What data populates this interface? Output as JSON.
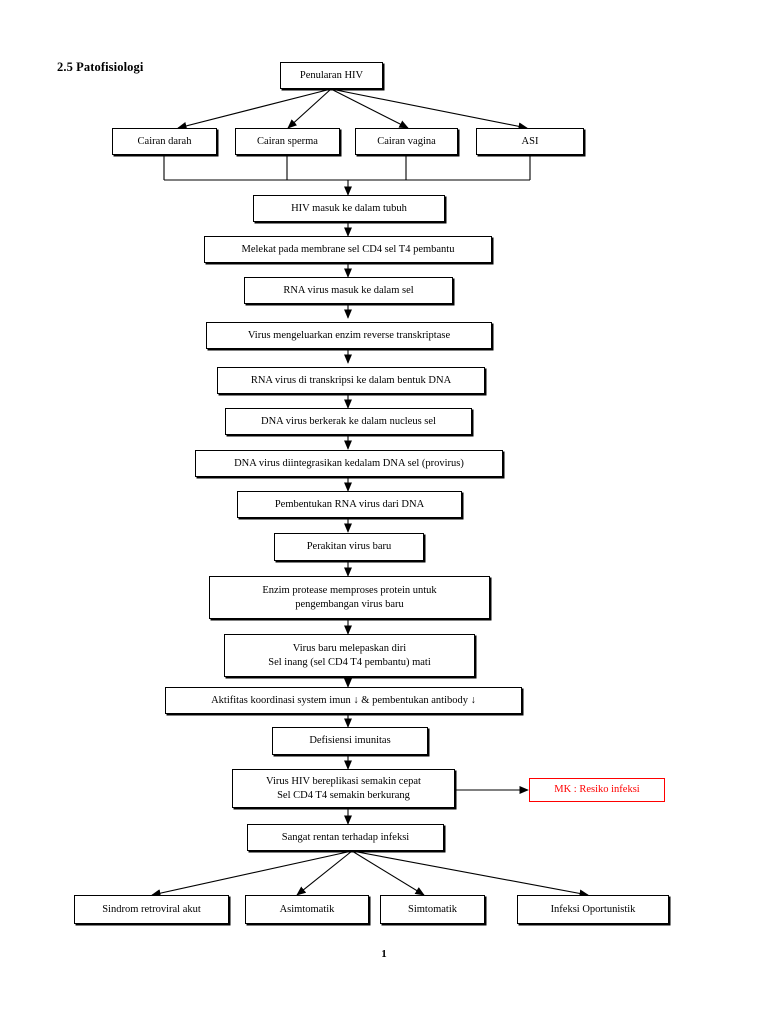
{
  "document": {
    "section_title": "2.5 Patofisiologi",
    "page_number": "1"
  },
  "diagram": {
    "type": "flowchart",
    "title": "Patofisiologi HIV",
    "colors": {
      "box_border": "#000000",
      "box_fill": "#ffffff",
      "text": "#000000",
      "connector": "#000000",
      "highlight_border": "#FF0000",
      "highlight_text": "#FF0000"
    },
    "nodes": {
      "source": {
        "label": "Penularan HIV"
      },
      "transmission": [
        {
          "label": "Cairan darah"
        },
        {
          "label": "Cairan sperma"
        },
        {
          "label": "Cairan vagina"
        },
        {
          "label": "ASI"
        }
      ],
      "chain": [
        {
          "label": "HIV masuk ke dalam tubuh"
        },
        {
          "label": "Melekat pada membrane sel CD4 sel T4 pembantu"
        },
        {
          "label": "RNA virus masuk ke dalam sel"
        },
        {
          "label": "Virus mengeluarkan enzim reverse transkriptase"
        },
        {
          "label": "RNA virus di transkripsi ke dalam bentuk DNA"
        },
        {
          "label": "DNA virus berkerak ke dalam nucleus sel"
        },
        {
          "label": "DNA virus diintegrasikan kedalam DNA sel (provirus)"
        },
        {
          "label": "Pembentukan RNA virus dari DNA"
        },
        {
          "label": "Perakitan virus baru"
        }
      ],
      "protease": {
        "line1": "Enzim protease memproses protein untuk",
        "line2": "pengembangan virus baru"
      },
      "release": {
        "line1": "Virus baru melepaskan diri",
        "line2": "Sel inang (sel CD4 T4 pembantu) mati"
      },
      "immune": {
        "label": "Aktifitas koordinasi system imun ↓ & pembentukan antibody ↓"
      },
      "deficiency": {
        "label": "Defisiensi imunitas"
      },
      "replication": {
        "line1": "Virus HIV bereplikasi semakin cepat",
        "line2": "Sel CD4 T4 semakin berkurang"
      },
      "nursing_problem": {
        "label": "MK : Resiko infeksi"
      },
      "susceptible": {
        "label": "Sangat rentan terhadap infeksi"
      },
      "outcomes": [
        {
          "label": "Sindrom retroviral akut"
        },
        {
          "label": "Asimtomatik"
        },
        {
          "label": "Simtomatik"
        },
        {
          "label": "Infeksi Oportunistik"
        }
      ]
    }
  }
}
